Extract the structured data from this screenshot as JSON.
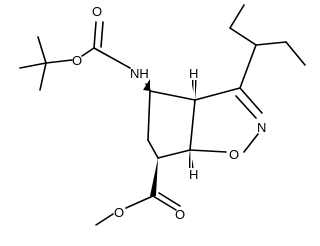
{
  "molecule": {
    "atom_labels": {
      "carbonyl_oxygen_top": "O",
      "carbamate_oxygen": "O",
      "amine_nitrogen": "NH",
      "stereo_h_top": "H",
      "ring_nitrogen": "N",
      "stereo_h_bottom": "H",
      "ring_oxygen": "O",
      "ester_oxygen": "O",
      "carbonyl_oxygen_bottom": "O"
    },
    "colors": {
      "bond": "#000000",
      "label": "#000000",
      "background": "#ffffff"
    }
  }
}
